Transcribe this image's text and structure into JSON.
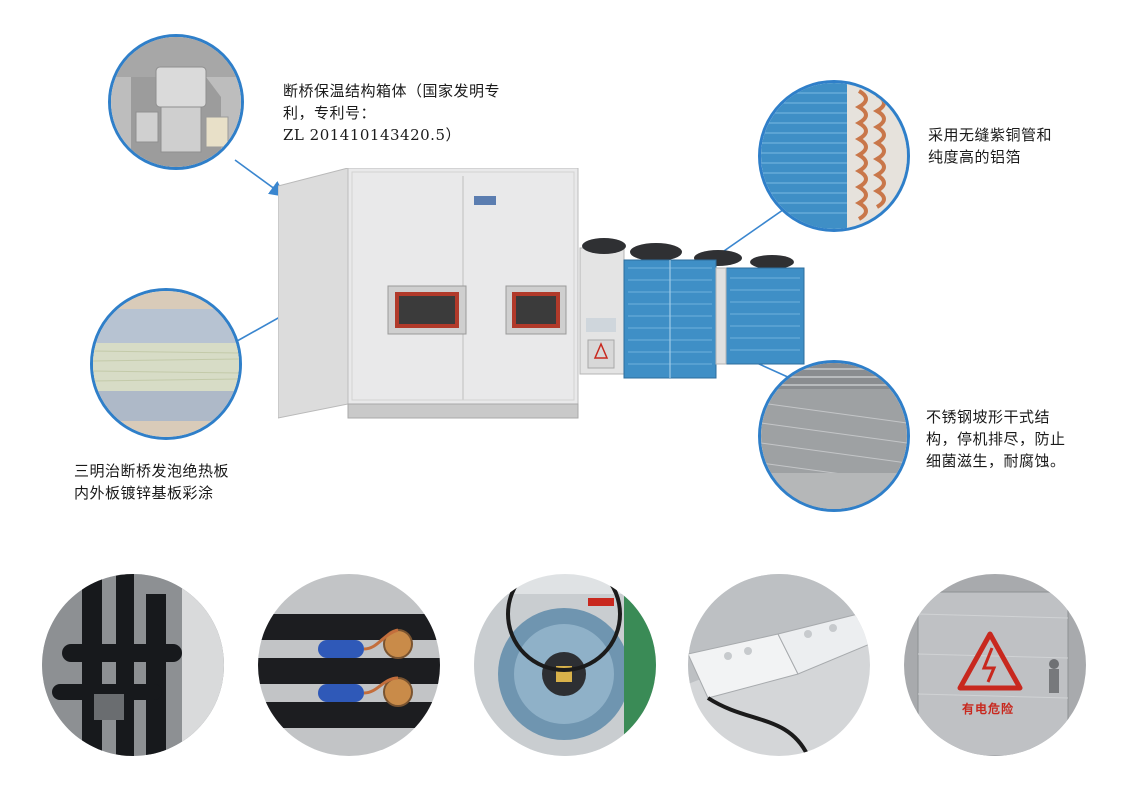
{
  "callouts": {
    "cabinet": "断桥保温结构箱体（国家发明专\n利，专利号：\nZL 201410143420.5）",
    "panel": "三明治断桥发泡绝热板\n内外板镀锌基板彩涂",
    "coil": "采用无缝紫铜管和\n纯度高的铝箔",
    "drain": "不锈钢坡形干式结\n构，停机排尽，防止\n细菌滋生，耐腐蚀。"
  },
  "warning_box_text": "有电危险",
  "colors": {
    "accent_ring": "#2f7fc9",
    "arrow": "#3a86cf",
    "coil_blue": "#3f8fc6",
    "warning_red": "#c8281e"
  },
  "bottom_circles": [
    {
      "icon": "insulated-pipes-icon"
    },
    {
      "icon": "filter-drier-valves-icon"
    },
    {
      "icon": "centrifugal-fan-icon"
    },
    {
      "icon": "junction-box-icon"
    },
    {
      "icon": "electrical-cabinet-icon"
    }
  ]
}
